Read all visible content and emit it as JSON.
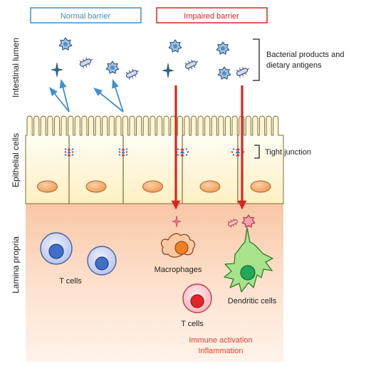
{
  "header": {
    "normal_barrier": "Normal barrier",
    "impaired_barrier": "Impaired barrier"
  },
  "regions": {
    "intestinal_lumen": "Intestinal lumen",
    "epithelial_cells": "Epithelial cells",
    "lamina_propria": "Lamina propria"
  },
  "annotations": {
    "bacterial_line1": "Bacterial products and",
    "bacterial_line2": "dietary antigens",
    "tight_junction": "Tight junction"
  },
  "cells": {
    "t_cells_left": "T cells",
    "macrophages": "Macrophages",
    "dendritic_cells": "Dendritic cells",
    "t_cells_right": "T cells"
  },
  "outcome": {
    "line1": "Immune activation",
    "line2": "Inflammation"
  },
  "colors": {
    "normal": "#3d8fd1",
    "impaired": "#d7261e",
    "epithelium": "#fdf6d3",
    "nucleus": "#f2a462",
    "outcome_text": "#e2402b"
  }
}
